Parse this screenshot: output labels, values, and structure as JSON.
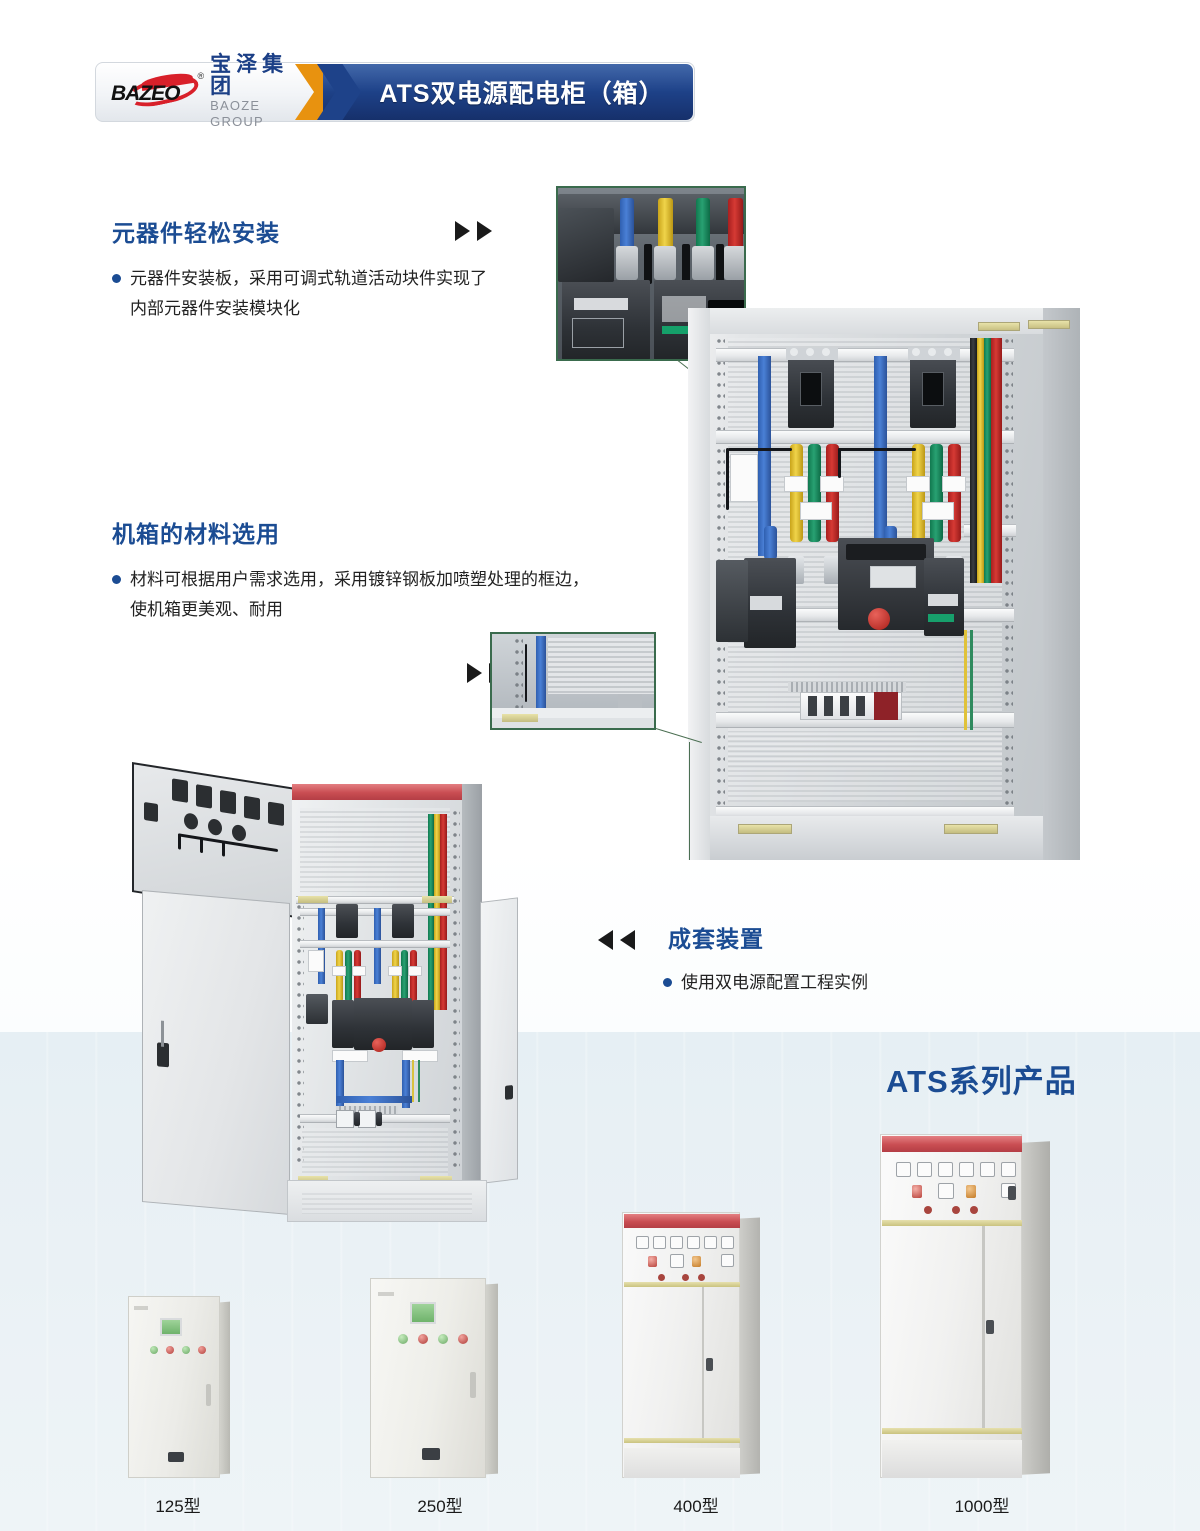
{
  "header": {
    "logo": {
      "wordmark": "BAZEO",
      "registered": "®",
      "company_cn": "宝泽集团",
      "company_en": "BAOZE GROUP"
    },
    "banner_title": "ATS双电源配电柜（箱）",
    "banner_color": "#1e4289",
    "accent_color": "#e8920f"
  },
  "sections": [
    {
      "id": "component-install",
      "title": "元器件轻松安装",
      "bullet": "元器件安装板，采用可调式轨道活动块件实现了\n内部元器件安装模块化",
      "arrow": "right"
    },
    {
      "id": "enclosure-material",
      "title": "机箱的材料选用",
      "bullet": "材料可根据用户需求选用，采用镀锌钢板加喷塑处理的框边，\n使机箱更美观、耐用",
      "arrow": "right"
    },
    {
      "id": "complete-assembly",
      "title": "成套装置",
      "bullet": "使用双电源配置工程实例",
      "arrow": "left"
    }
  ],
  "series": {
    "title": "ATS系列产品",
    "products": [
      {
        "label": "125型",
        "type": "wall-box-small"
      },
      {
        "label": "250型",
        "type": "wall-box-medium"
      },
      {
        "label": "400型",
        "type": "floor-cabinet-medium"
      },
      {
        "label": "1000型",
        "type": "floor-cabinet-large"
      }
    ]
  },
  "photos": {
    "detail_top": "component-mounting-plate-closeup",
    "detail_mid": "galvanized-steel-frame-closeup",
    "main_cabinet": "ats-dual-power-cabinet-interior",
    "open_cabinet": "ats-cabinet-doors-open"
  },
  "colors": {
    "heading": "#1b4c93",
    "body_text": "#222222",
    "bullet": "#1b4c93",
    "bg_lower": "#e9f0f4"
  }
}
